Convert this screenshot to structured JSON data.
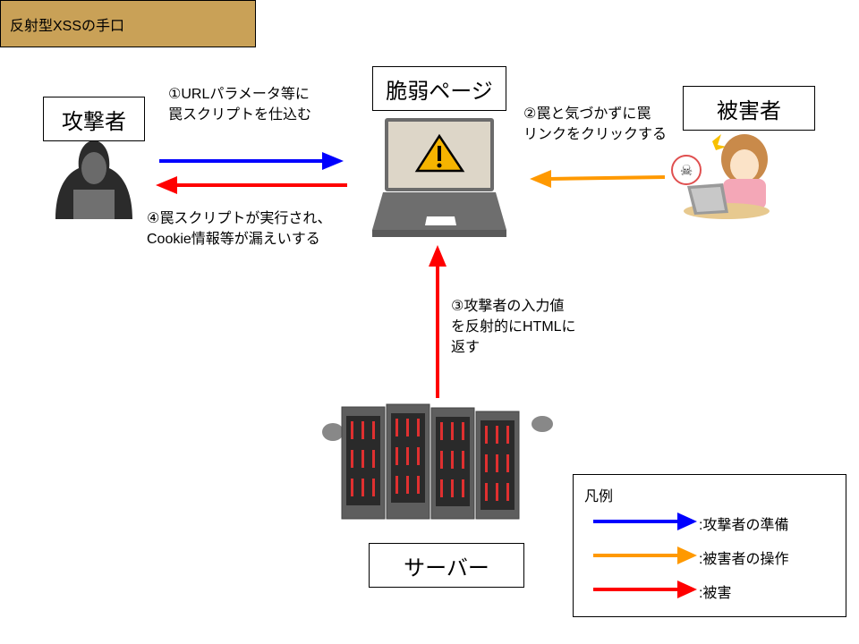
{
  "title": "反射型XSSの手口",
  "actors": {
    "attacker": "攻撃者",
    "vulnerable_page": "脆弱ページ",
    "victim": "被害者",
    "server": "サーバー"
  },
  "steps": [
    {
      "id": 1,
      "text": "①URLパラメータ等に\n罠スクリプトを仕込む",
      "category": "attacker_prep",
      "from": "attacker",
      "to": "vulnerable_page"
    },
    {
      "id": 2,
      "text": "②罠と気づかずに罠\nリンクをクリックする",
      "category": "victim_action",
      "from": "victim",
      "to": "vulnerable_page"
    },
    {
      "id": 3,
      "text": "③攻撃者の入力値\nを反射的にHTMLに\n返す",
      "category": "damage",
      "from": "server",
      "to": "vulnerable_page"
    },
    {
      "id": 4,
      "text": "④罠スクリプトが実行され、\nCookie情報等が漏えいする",
      "category": "damage",
      "from": "vulnerable_page",
      "to": "attacker"
    }
  ],
  "legend": {
    "title": "凡例",
    "items": [
      {
        "label": ":攻撃者の準備",
        "color": "#0000ff"
      },
      {
        "label": ":被害者の操作",
        "color": "#ff9900"
      },
      {
        "label": ":被害",
        "color": "#ff0000"
      }
    ]
  },
  "colors": {
    "title_bg": "#c9a157",
    "attacker_prep": "#0000ff",
    "victim_action": "#ff9900",
    "damage": "#ff0000"
  },
  "icons": {
    "attacker": "hooded-hacker-icon",
    "vulnerable_page": "laptop-warning-icon",
    "victim": "distressed-woman-icon",
    "server": "server-racks-icon"
  }
}
